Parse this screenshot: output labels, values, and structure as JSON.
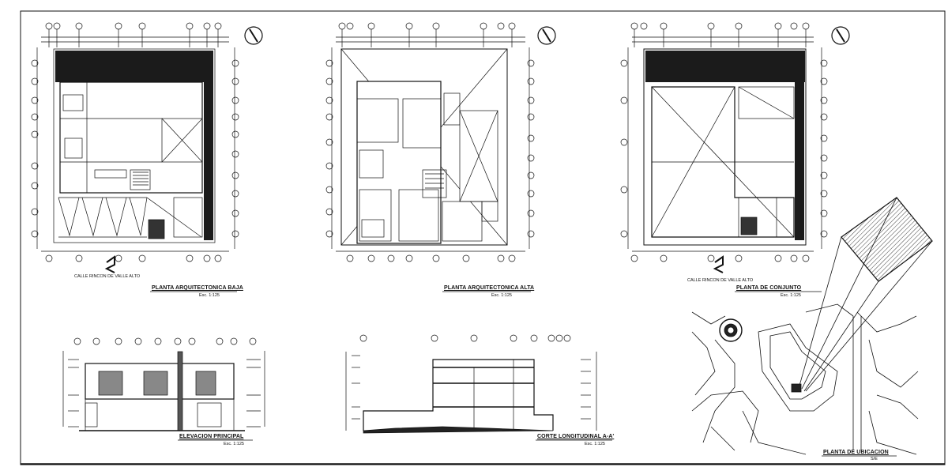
{
  "sheet": {
    "colors": {
      "line": "#111111",
      "background": "#ffffff",
      "hatch": "#1b1b1b"
    }
  },
  "views": {
    "planta_baja": {
      "title": "PLANTA ARQUITECTONICA BAJA",
      "scale": "Esc. 1:125",
      "street": "CALLE RINCON DE VALLE ALTO"
    },
    "planta_alta": {
      "title": "PLANTA ARQUITECTONICA ALTA",
      "scale": "Esc. 1:125"
    },
    "planta_conjunto": {
      "title": "PLANTA DE CONJUNTO",
      "scale": "Esc. 1:125",
      "street": "CALLE RINCON DE VALLE ALTO"
    },
    "elevacion": {
      "title": "ELEVACION PRINCIPAL",
      "scale": "Esc. 1:125"
    },
    "corte": {
      "title": "CORTE LONGITUDINAL A-A'",
      "scale": "Esc. 1:125"
    },
    "ubicacion": {
      "title": "PLANTA DE UBICACION",
      "scale": "S/E"
    }
  },
  "icons": [
    "north-arrow-icon",
    "axis-bubble-icon",
    "level-marker-icon"
  ]
}
